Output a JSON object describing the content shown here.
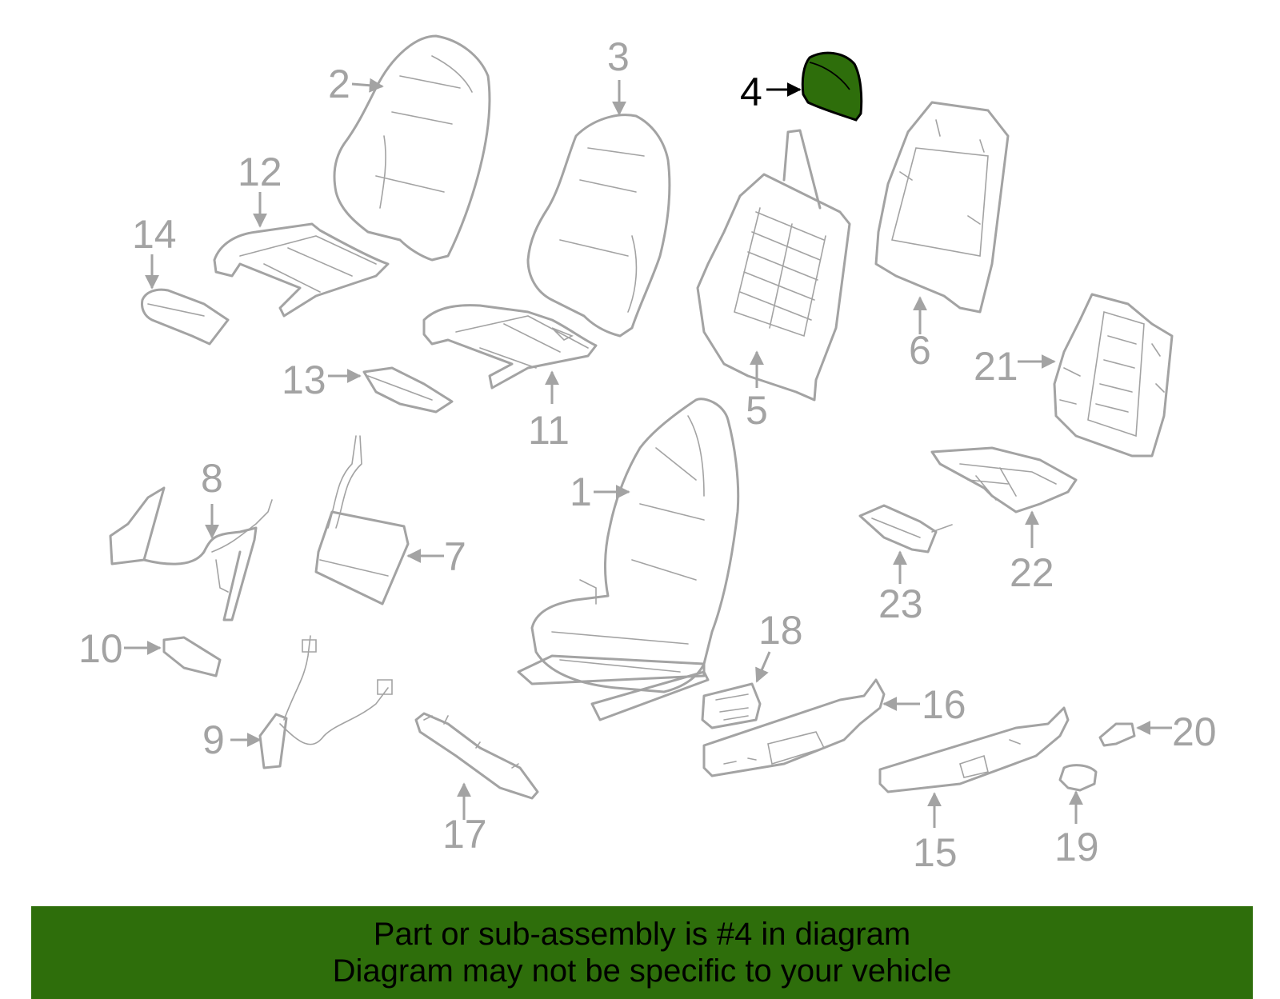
{
  "diagram": {
    "highlight_part": "4",
    "highlight_color": "#2e6e0b",
    "line_color": "#a3a3a3",
    "callouts": [
      "1",
      "2",
      "3",
      "4",
      "5",
      "6",
      "7",
      "8",
      "9",
      "10",
      "11",
      "12",
      "13",
      "14",
      "15",
      "16",
      "17",
      "18",
      "19",
      "20",
      "21",
      "22",
      "23"
    ]
  },
  "banner": {
    "background": "#2e6e0b",
    "line1": "Part or sub-assembly is #4 in diagram",
    "line2": "Diagram may not be specific to your vehicle"
  }
}
